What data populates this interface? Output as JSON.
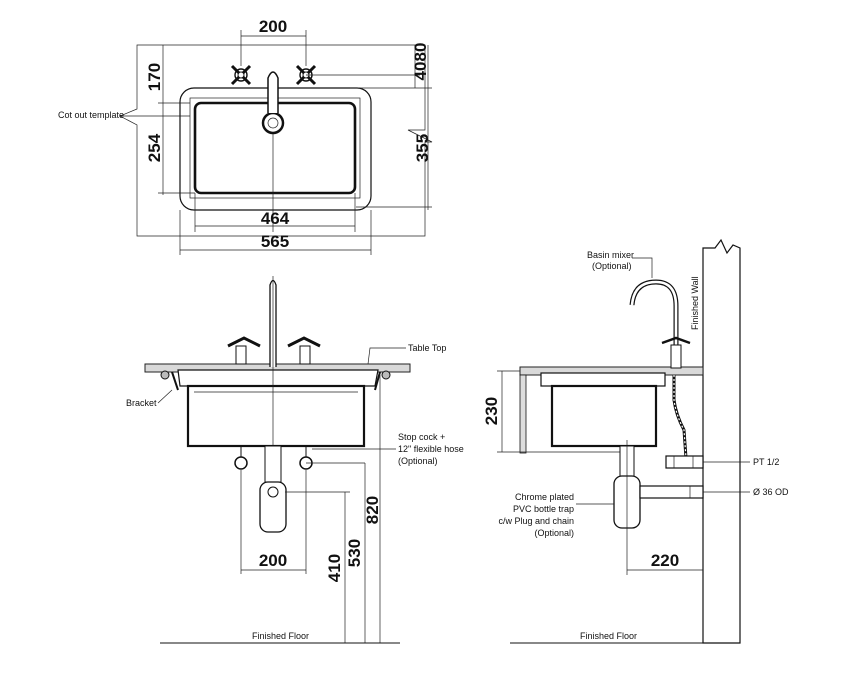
{
  "dimensions": {
    "top_tap_spacing": "200",
    "top_170": "170",
    "top_254": "254",
    "top_40": "40",
    "top_80": "80",
    "top_355": "355",
    "top_464": "464",
    "top_565": "565",
    "front_200": "200",
    "front_410": "410",
    "front_530": "530",
    "front_820": "820",
    "side_230": "230",
    "side_220": "220"
  },
  "labels": {
    "cut_out_template": "Cot out template",
    "table_top": "Table Top",
    "bracket": "Bracket",
    "stop_cock_1": "Stop cock +",
    "stop_cock_2": "12\" flexible hose",
    "stop_cock_3": "(Optional)",
    "finished_floor_front": "Finished Floor",
    "basin_mixer_1": "Basin mixer",
    "basin_mixer_2": "(Optional)",
    "finished_wall": "Finished Wall",
    "pt": "PT 1/2",
    "od": "Ø 36 OD",
    "trap_1": "Chrome plated",
    "trap_2": "PVC bottle trap",
    "trap_3": "c/w Plug and chain",
    "trap_4": "(Optional)",
    "finished_floor_side": "Finished Floor"
  }
}
